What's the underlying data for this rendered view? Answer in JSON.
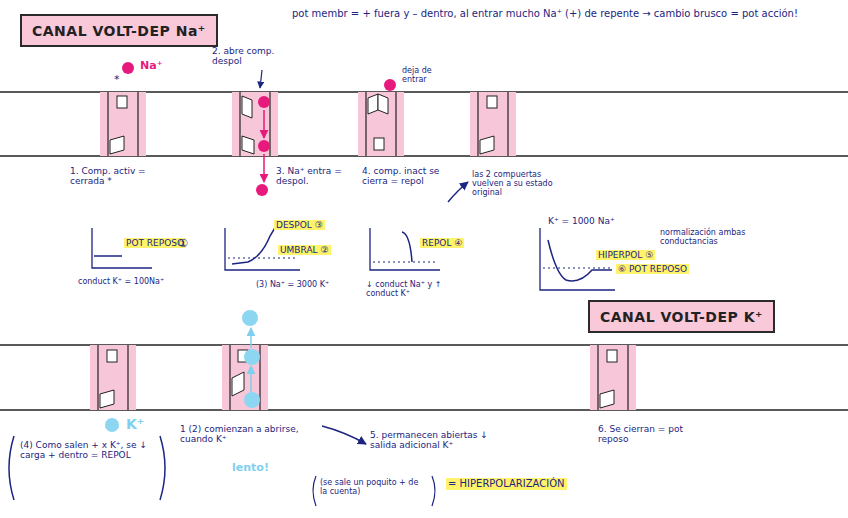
{
  "diagram": {
    "nodes": [
      {
        "text": [
          "CANAL VOLT-DEP Na⁺"
        ]
      },
      {
        "text": [
          "CANAL VOLT-DEP K⁺"
        ]
      }
    ],
    "labels": [
      "pot membr = + fuera y – dentro, al entrar mucho Na⁺ (+) de repente → cambio brusco = pot acción!",
      "Na⁺",
      "*",
      "2. abre comp. despol",
      "deja de entrar",
      "1. Comp. activ = cerrada *",
      "3. Na⁺ entra = despol.",
      "4. comp. inact se cierra = repol",
      "las 2 compuertas vuelven a su estado original",
      "POT REPOSO",
      "①",
      "conduct K⁺ = 100Na⁺",
      "DESPOL ③",
      "UMBRAL ②",
      "(3) Na⁺ = 3000 K⁺",
      "REPOL ④",
      "↓ conduct Na⁺ y ↑ conduct K⁺",
      "K⁺ = 1000 Na⁺",
      "normalización ambas conductancias",
      "HIPERPOL ⑤",
      "⑥ POT REPOSO",
      "K⁺",
      "(4) Como salen + x K⁺, se ↓ carga + dentro = REPOL",
      "1 (2) comienzan a abrirse, cuando K⁺",
      "lento!",
      "5. permanecen abiertas ↓ salida adicional K⁺",
      "(se sale un poquito + de la cuenta)",
      "= HIPERPOLARIZACIÓN",
      "6. Se cierran = pot reposo"
    ]
  }
}
